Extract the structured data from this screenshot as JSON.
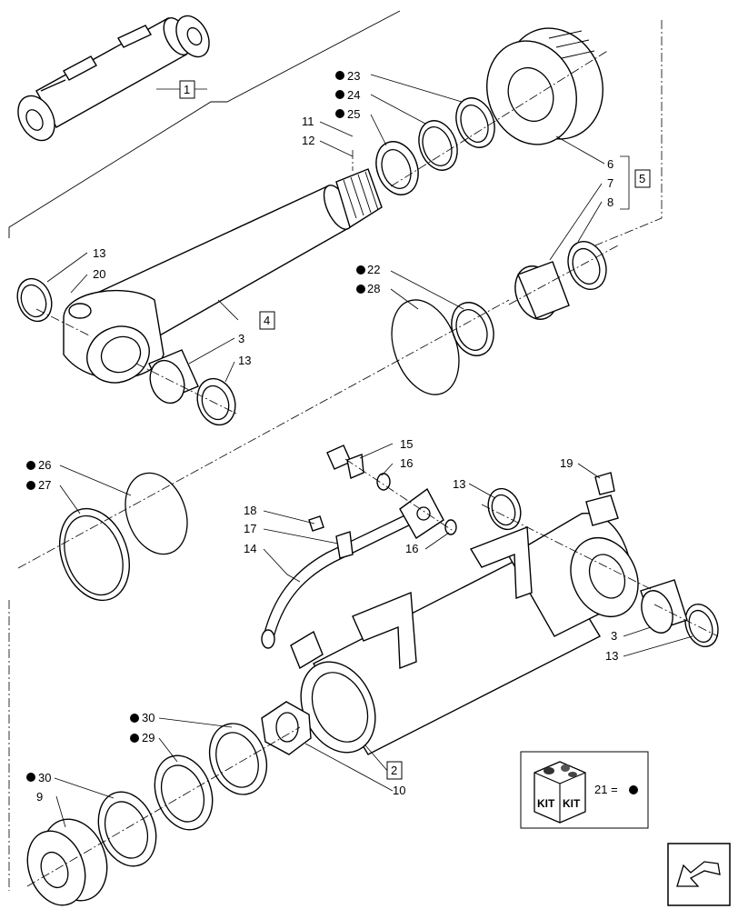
{
  "callouts": {
    "c1": "1",
    "c2": "2",
    "c3a": "3",
    "c3b": "3",
    "c4": "4",
    "c5": "5",
    "c6": "6",
    "c7": "7",
    "c8": "8",
    "c9": "9",
    "c10": "10",
    "c11": "11",
    "c12": "12",
    "c13a": "13",
    "c13b": "13",
    "c13c": "13",
    "c13d": "13",
    "c14": "14",
    "c15": "15",
    "c16a": "16",
    "c16b": "16",
    "c17": "17",
    "c18": "18",
    "c19": "19",
    "c20": "20",
    "c22": "22",
    "c23": "23",
    "c24": "24",
    "c25": "25",
    "c26": "26",
    "c27": "27",
    "c28": "28",
    "c29": "29",
    "c30a": "30",
    "c30b": "30"
  },
  "kit": {
    "word_left": "KIT",
    "word_right": "KIT",
    "legend": "21 ="
  },
  "icons": {
    "kit_marker": "filled-dot",
    "nav": "arrow-return-icon"
  }
}
